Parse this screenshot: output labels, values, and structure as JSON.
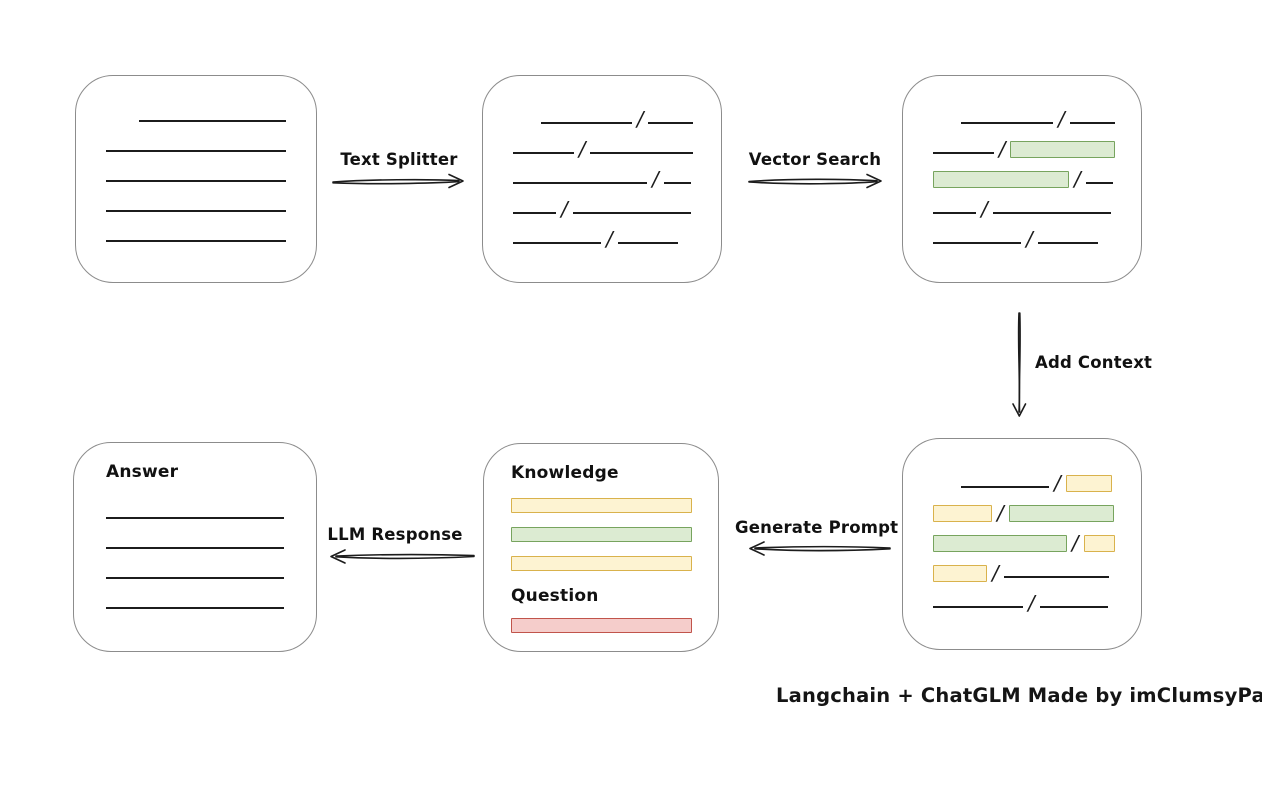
{
  "caption": "Langchain + ChatGLM Made by imClumsyPanda",
  "colors": {
    "ink": "#1c1c1c",
    "box_border": "#8c8c8c",
    "green_fill": "#dcebd2",
    "green_border": "#77a45e",
    "yellow_fill": "#fdf3d2",
    "yellow_border": "#d9b24c",
    "red_fill": "#f5cdcb",
    "red_border": "#c1544b"
  },
  "arrows": {
    "text_splitter": {
      "label": "Text Splitter",
      "direction": "right"
    },
    "vector_search": {
      "label": "Vector Search",
      "direction": "right"
    },
    "add_context": {
      "label": "Add Context",
      "direction": "down"
    },
    "generate_prompt": {
      "label": "Generate Prompt",
      "direction": "left"
    },
    "llm_response": {
      "label": "LLM Response",
      "direction": "left"
    }
  },
  "boxes": {
    "document": {
      "lines": [
        [
          {
            "t": "gap",
            "w": 33
          },
          {
            "t": "line",
            "w": 147
          }
        ],
        [
          {
            "t": "line",
            "w": 180
          }
        ],
        [
          {
            "t": "line",
            "w": 180
          }
        ],
        [
          {
            "t": "line",
            "w": 180
          }
        ],
        [
          {
            "t": "line",
            "w": 180
          }
        ]
      ]
    },
    "split_chunks": {
      "lines": [
        [
          {
            "t": "gap",
            "w": 28
          },
          {
            "t": "line",
            "w": 92
          },
          {
            "t": "slash"
          },
          {
            "t": "line",
            "w": 45
          }
        ],
        [
          {
            "t": "line",
            "w": 61
          },
          {
            "t": "slash"
          },
          {
            "t": "line",
            "w": 103
          }
        ],
        [
          {
            "t": "line",
            "w": 134
          },
          {
            "t": "slash"
          },
          {
            "t": "line",
            "w": 27
          }
        ],
        [
          {
            "t": "line",
            "w": 43
          },
          {
            "t": "slash"
          },
          {
            "t": "line",
            "w": 118
          }
        ],
        [
          {
            "t": "line",
            "w": 88
          },
          {
            "t": "slash"
          },
          {
            "t": "line",
            "w": 60
          }
        ]
      ]
    },
    "matched_chunks": {
      "lines": [
        [
          {
            "t": "gap",
            "w": 28
          },
          {
            "t": "line",
            "w": 92
          },
          {
            "t": "slash"
          },
          {
            "t": "line",
            "w": 45
          }
        ],
        [
          {
            "t": "line",
            "w": 61
          },
          {
            "t": "slash"
          },
          {
            "t": "chip",
            "c": "green",
            "w": 103
          }
        ],
        [
          {
            "t": "chip",
            "c": "green",
            "w": 134
          },
          {
            "t": "slash"
          },
          {
            "t": "line",
            "w": 27
          }
        ],
        [
          {
            "t": "line",
            "w": 43
          },
          {
            "t": "slash"
          },
          {
            "t": "line",
            "w": 118
          }
        ],
        [
          {
            "t": "line",
            "w": 88
          },
          {
            "t": "slash"
          },
          {
            "t": "line",
            "w": 60
          }
        ]
      ]
    },
    "context_chunks": {
      "lines": [
        [
          {
            "t": "gap",
            "w": 28
          },
          {
            "t": "line",
            "w": 88
          },
          {
            "t": "slash"
          },
          {
            "t": "chip",
            "c": "yellow",
            "w": 44
          }
        ],
        [
          {
            "t": "chip",
            "c": "yellow",
            "w": 57
          },
          {
            "t": "slash"
          },
          {
            "t": "chip",
            "c": "green",
            "w": 103
          }
        ],
        [
          {
            "t": "chip",
            "c": "green",
            "w": 134
          },
          {
            "t": "slash"
          },
          {
            "t": "chip",
            "c": "yellow",
            "w": 30
          }
        ],
        [
          {
            "t": "chip",
            "c": "yellow",
            "w": 52
          },
          {
            "t": "slash"
          },
          {
            "t": "line",
            "w": 105
          }
        ],
        [
          {
            "t": "line",
            "w": 90
          },
          {
            "t": "slash"
          },
          {
            "t": "line",
            "w": 68
          }
        ]
      ]
    },
    "prompt": {
      "knowledge_label": "Knowledge",
      "question_label": "Question",
      "knowledge_bars": [
        {
          "c": "yellow"
        },
        {
          "c": "green"
        },
        {
          "c": "yellow"
        }
      ],
      "question_bars": [
        {
          "c": "red"
        }
      ]
    },
    "answer": {
      "label": "Answer",
      "lines": [
        [
          {
            "t": "line",
            "w": 180
          }
        ],
        [
          {
            "t": "line",
            "w": 180
          }
        ],
        [
          {
            "t": "line",
            "w": 180
          }
        ],
        [
          {
            "t": "line",
            "w": 180
          }
        ]
      ]
    }
  }
}
